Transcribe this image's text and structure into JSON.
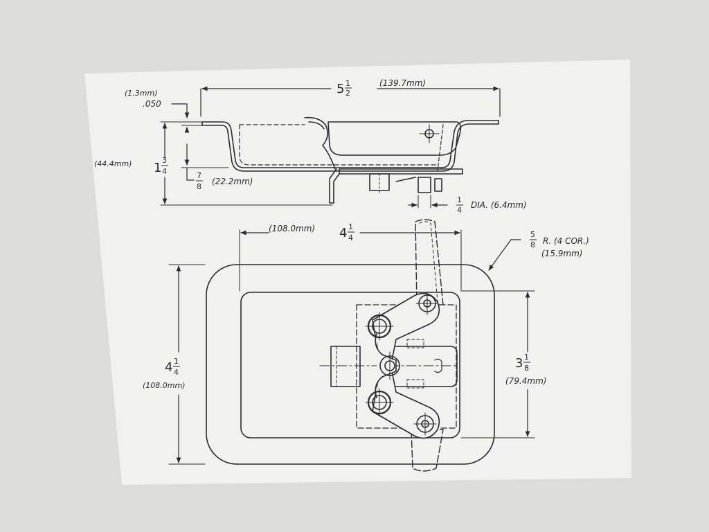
{
  "colors": {
    "background": "#dcdcdb",
    "paper": "#f1f1f0",
    "ink": "#2a2a2a"
  },
  "side_view": {
    "overall_width": {
      "whole": "5",
      "num": "1",
      "den": "2",
      "metric": "(139.7mm)"
    },
    "flange_thickness": {
      "metric": "(1.3mm)",
      "inch": ".050"
    },
    "depth": {
      "metric": "(44.4mm)",
      "whole": "1",
      "num": "3",
      "den": "4"
    },
    "lower_depth": {
      "num": "7",
      "den": "8",
      "metric": "(22.2mm)"
    },
    "pin_diameter": {
      "num": "1",
      "den": "4",
      "text": "DIA. (6.4mm)"
    }
  },
  "plan_view": {
    "flange_width": {
      "metric": "(108.0mm)",
      "whole": "4",
      "num": "1",
      "den": "4"
    },
    "corner_radius": {
      "num": "5",
      "den": "8",
      "text": "R. (4 COR.)",
      "metric": "(15.9mm)"
    },
    "overall_height": {
      "whole": "4",
      "num": "1",
      "den": "4",
      "metric": "(108.0mm)"
    },
    "recess_height": {
      "whole": "3",
      "num": "1",
      "den": "8",
      "metric": "(79.4mm)"
    }
  }
}
